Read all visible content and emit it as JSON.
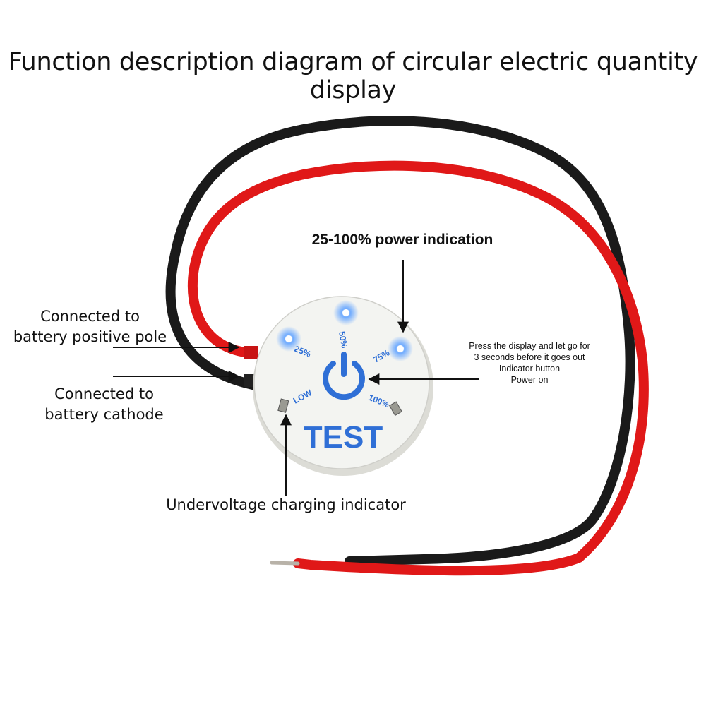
{
  "title": "Function description diagram of circular electric quantity display",
  "callouts": {
    "positive_line1": "Connected to",
    "positive_line2": "battery positive pole",
    "cathode_line1": "Connected to",
    "cathode_line2": "battery cathode",
    "power_indication": "25-100% power indication",
    "undervoltage": "Undervoltage charging indicator",
    "press_line1": "Press the display and let go for",
    "press_line2": "3 seconds before it goes out",
    "press_line3": "Indicator button",
    "press_line4": "Power on"
  },
  "display": {
    "led_25": "25%",
    "led_50": "50%",
    "led_75": "75%",
    "led_100": "100%",
    "led_low": "LOW",
    "test_label": "TEST"
  },
  "colors": {
    "red_wire": "#e01818",
    "black_wire": "#1a1a1a",
    "led_blue": "#2f6fd6",
    "pcb_face": "#f3f4f1"
  },
  "icons": [
    "power-icon"
  ]
}
